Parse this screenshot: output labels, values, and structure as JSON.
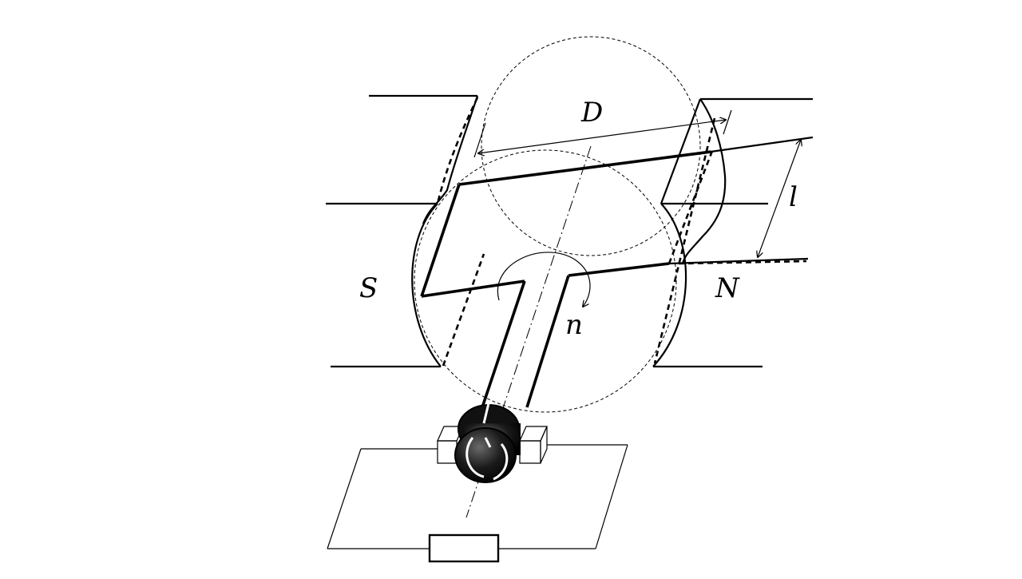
{
  "labels": {
    "diameter": "D",
    "length": "l",
    "south_pole": "S",
    "north_pole": "N",
    "rotation": "n"
  }
}
